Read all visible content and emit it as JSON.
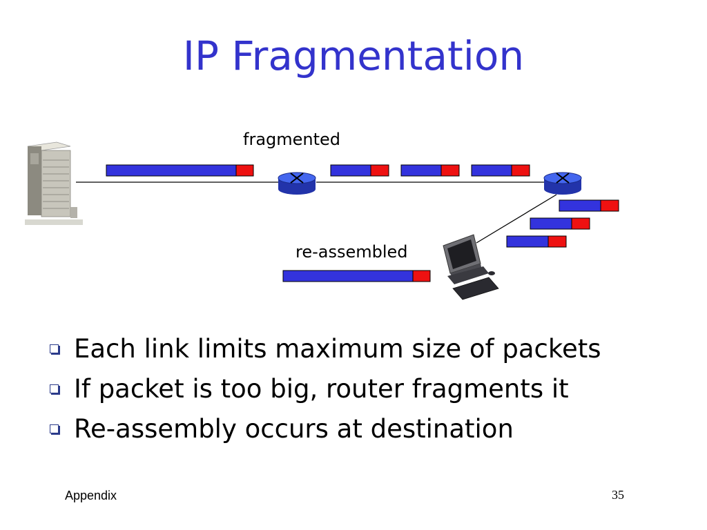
{
  "slide": {
    "title": "IP Fragmentation"
  },
  "diagram": {
    "label_fragmented": "fragmented",
    "label_reassembled": "re-assembled",
    "colors": {
      "payload": "#3333dd",
      "header": "#ee1111",
      "router_top": "#4466ee",
      "router_side": "#2233aa"
    }
  },
  "bullets": [
    "Each link limits maximum size of packets",
    "If packet is too big, router fragments it",
    "Re-assembly occurs at destination"
  ],
  "footer": {
    "left": "Appendix",
    "page_number": "35"
  }
}
